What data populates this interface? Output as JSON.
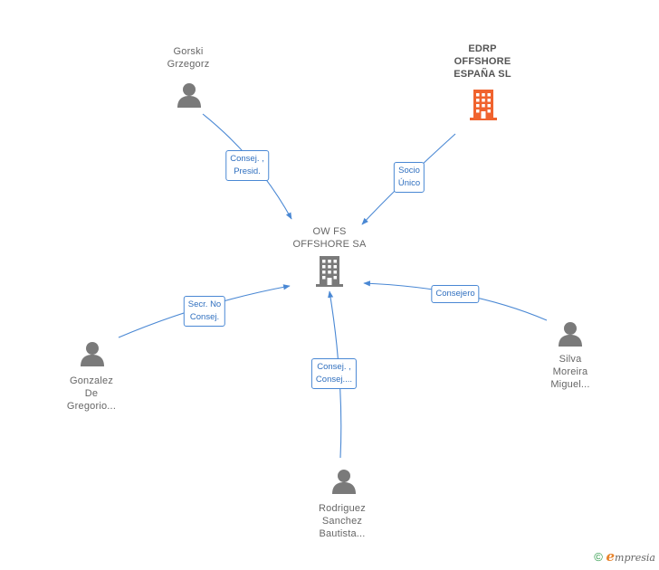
{
  "colors": {
    "edge": "#4a88d4",
    "person": "#7a7a7a",
    "company_main": "#7a7a7a",
    "company_highlight": "#f0632e"
  },
  "nodes": {
    "center": {
      "label": "OW FS\nOFFSHORE SA",
      "icon": "building-icon"
    },
    "edrp": {
      "label": "EDRP\nOFFSHORE\nESPAÑA  SL",
      "icon": "building-icon"
    },
    "gorski": {
      "label": "Gorski\nGrzegorz",
      "icon": "person-icon"
    },
    "gonzalez": {
      "label": "Gonzalez\nDe\nGregorio...",
      "icon": "person-icon"
    },
    "rodriguez": {
      "label": "Rodriguez\nSanchez\nBautista...",
      "icon": "person-icon"
    },
    "silva": {
      "label": "Silva\nMoreira\nMiguel...",
      "icon": "person-icon"
    }
  },
  "edges": {
    "gorski": "Consej. ,\nPresid.",
    "edrp": "Socio\nÚnico",
    "gonzalez": "Secr.  No\nConsej.",
    "silva": "Consejero",
    "rodriguez": "Consej. ,\nConsej...."
  },
  "footer": {
    "copyright_symbol": "©",
    "brand_initial": "e",
    "brand_rest": "mpresia"
  }
}
